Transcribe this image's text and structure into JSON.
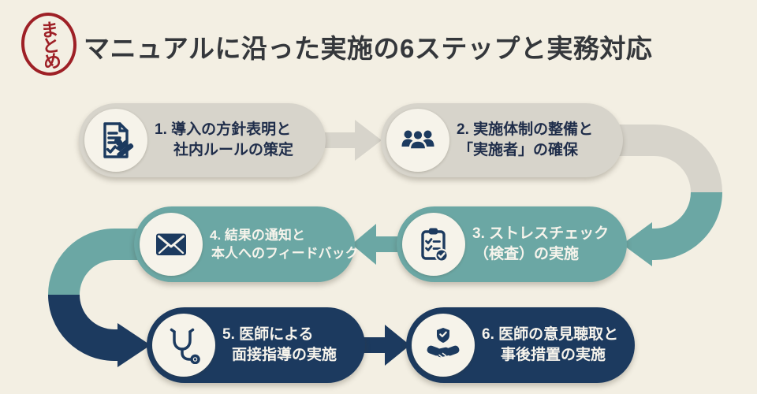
{
  "header": {
    "stamp_label": "まとめ",
    "title": "マニュアルに沿った実施の6ステップと実務対応"
  },
  "colors": {
    "background": "#f3efe3",
    "box_gray": "#d7d4cb",
    "box_teal": "#6ba7a4",
    "box_navy": "#1c3a5f",
    "stamp_red": "#9e2026",
    "title_text": "#34373b",
    "dark_step_text": "#1f2d4a",
    "light_step_text": "#f7f4ec",
    "icon_circle_bg": "#f6f3ea",
    "icon_color": "#1c3a5f"
  },
  "steps": [
    {
      "id": "1",
      "line1": "1. 導入の方針表明と",
      "line2": "社内ルールの策定",
      "icon": "document-stamp-icon",
      "box_color": "#d7d4cb",
      "text_color": "#1f2d4a"
    },
    {
      "id": "2",
      "line1": "2. 実施体制の整備と",
      "line2": "「実施者」の確保",
      "icon": "people-group-icon",
      "box_color": "#d7d4cb",
      "text_color": "#1f2d4a"
    },
    {
      "id": "3",
      "line1": "3. ストレスチェック",
      "line2": "（検査）の実施",
      "icon": "clipboard-check-icon",
      "box_color": "#6ba7a4",
      "text_color": "#f7f4ec"
    },
    {
      "id": "4",
      "line1": "4. 結果の通知と",
      "line2": "本人へのフィードバック",
      "icon": "envelope-icon",
      "box_color": "#6ba7a4",
      "text_color": "#f7f4ec"
    },
    {
      "id": "5",
      "line1": "5. 医師による",
      "line2": "面接指導の実施",
      "icon": "stethoscope-icon",
      "box_color": "#1c3a5f",
      "text_color": "#f7f4ec"
    },
    {
      "id": "6",
      "line1": "6. 医師の意見聴取と",
      "line2": "事後措置の実施",
      "icon": "handshake-shield-icon",
      "box_color": "#1c3a5f",
      "text_color": "#f7f4ec"
    }
  ],
  "flow_order": [
    "1",
    "2",
    "3",
    "4",
    "5",
    "6"
  ]
}
